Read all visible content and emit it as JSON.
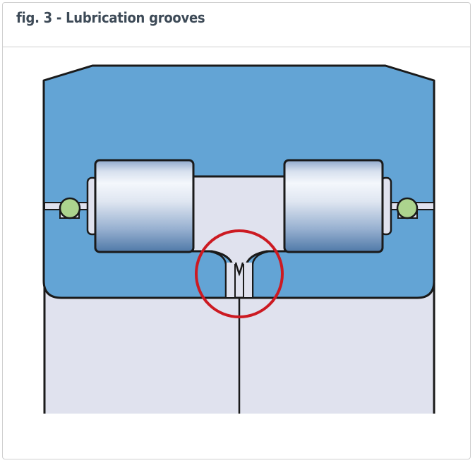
{
  "figure": {
    "title": "fig. 3 - Lubrication grooves",
    "colors": {
      "housing_blue": "#63a4d5",
      "inner_ring": "#e0e2ee",
      "outline": "#1a1a1a",
      "seal_green": "#acd48e",
      "highlight_red": "#cc1a22",
      "roller_light": "#f2f5fb",
      "roller_dark": "#4f79a8"
    },
    "elements": [
      {
        "name": "outer-ring-housing",
        "label": "Outer ring"
      },
      {
        "name": "inner-ring",
        "label": "Inner ring"
      },
      {
        "name": "roller-left",
        "label": "Cylindrical roller (left row)"
      },
      {
        "name": "roller-right",
        "label": "Cylindrical roller (right row)"
      },
      {
        "name": "seal-left",
        "label": "Seal (left)"
      },
      {
        "name": "seal-right",
        "label": "Seal (right)"
      },
      {
        "name": "lubrication-groove",
        "label": "Lubrication grooves (highlighted)"
      }
    ]
  }
}
